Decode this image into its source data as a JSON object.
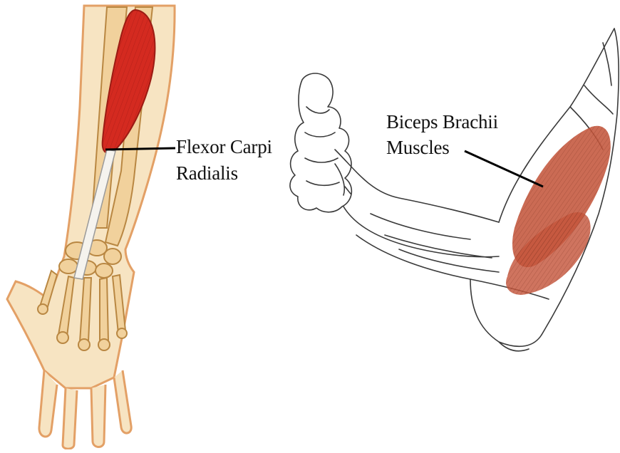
{
  "labels": {
    "flexor": {
      "line1": "Flexor Carpi",
      "line2": "Radialis"
    },
    "biceps": {
      "line1": "Biceps Brachii",
      "line2": "Muscles"
    }
  },
  "colors": {
    "skin_fill": "#f7e4c2",
    "skin_outline": "#e3a066",
    "bone": "#f1d19c",
    "bone_outline": "#b98742",
    "muscle_red": "#d42a20",
    "muscle_brown": "#c4563c",
    "tendon": "#f5f3ee",
    "sketch_line": "#3a3a3a",
    "leader_line": "#000000"
  },
  "figures": {
    "left": "forearm-and-hand-anatomy",
    "right": "flexed-arm-sketch"
  }
}
